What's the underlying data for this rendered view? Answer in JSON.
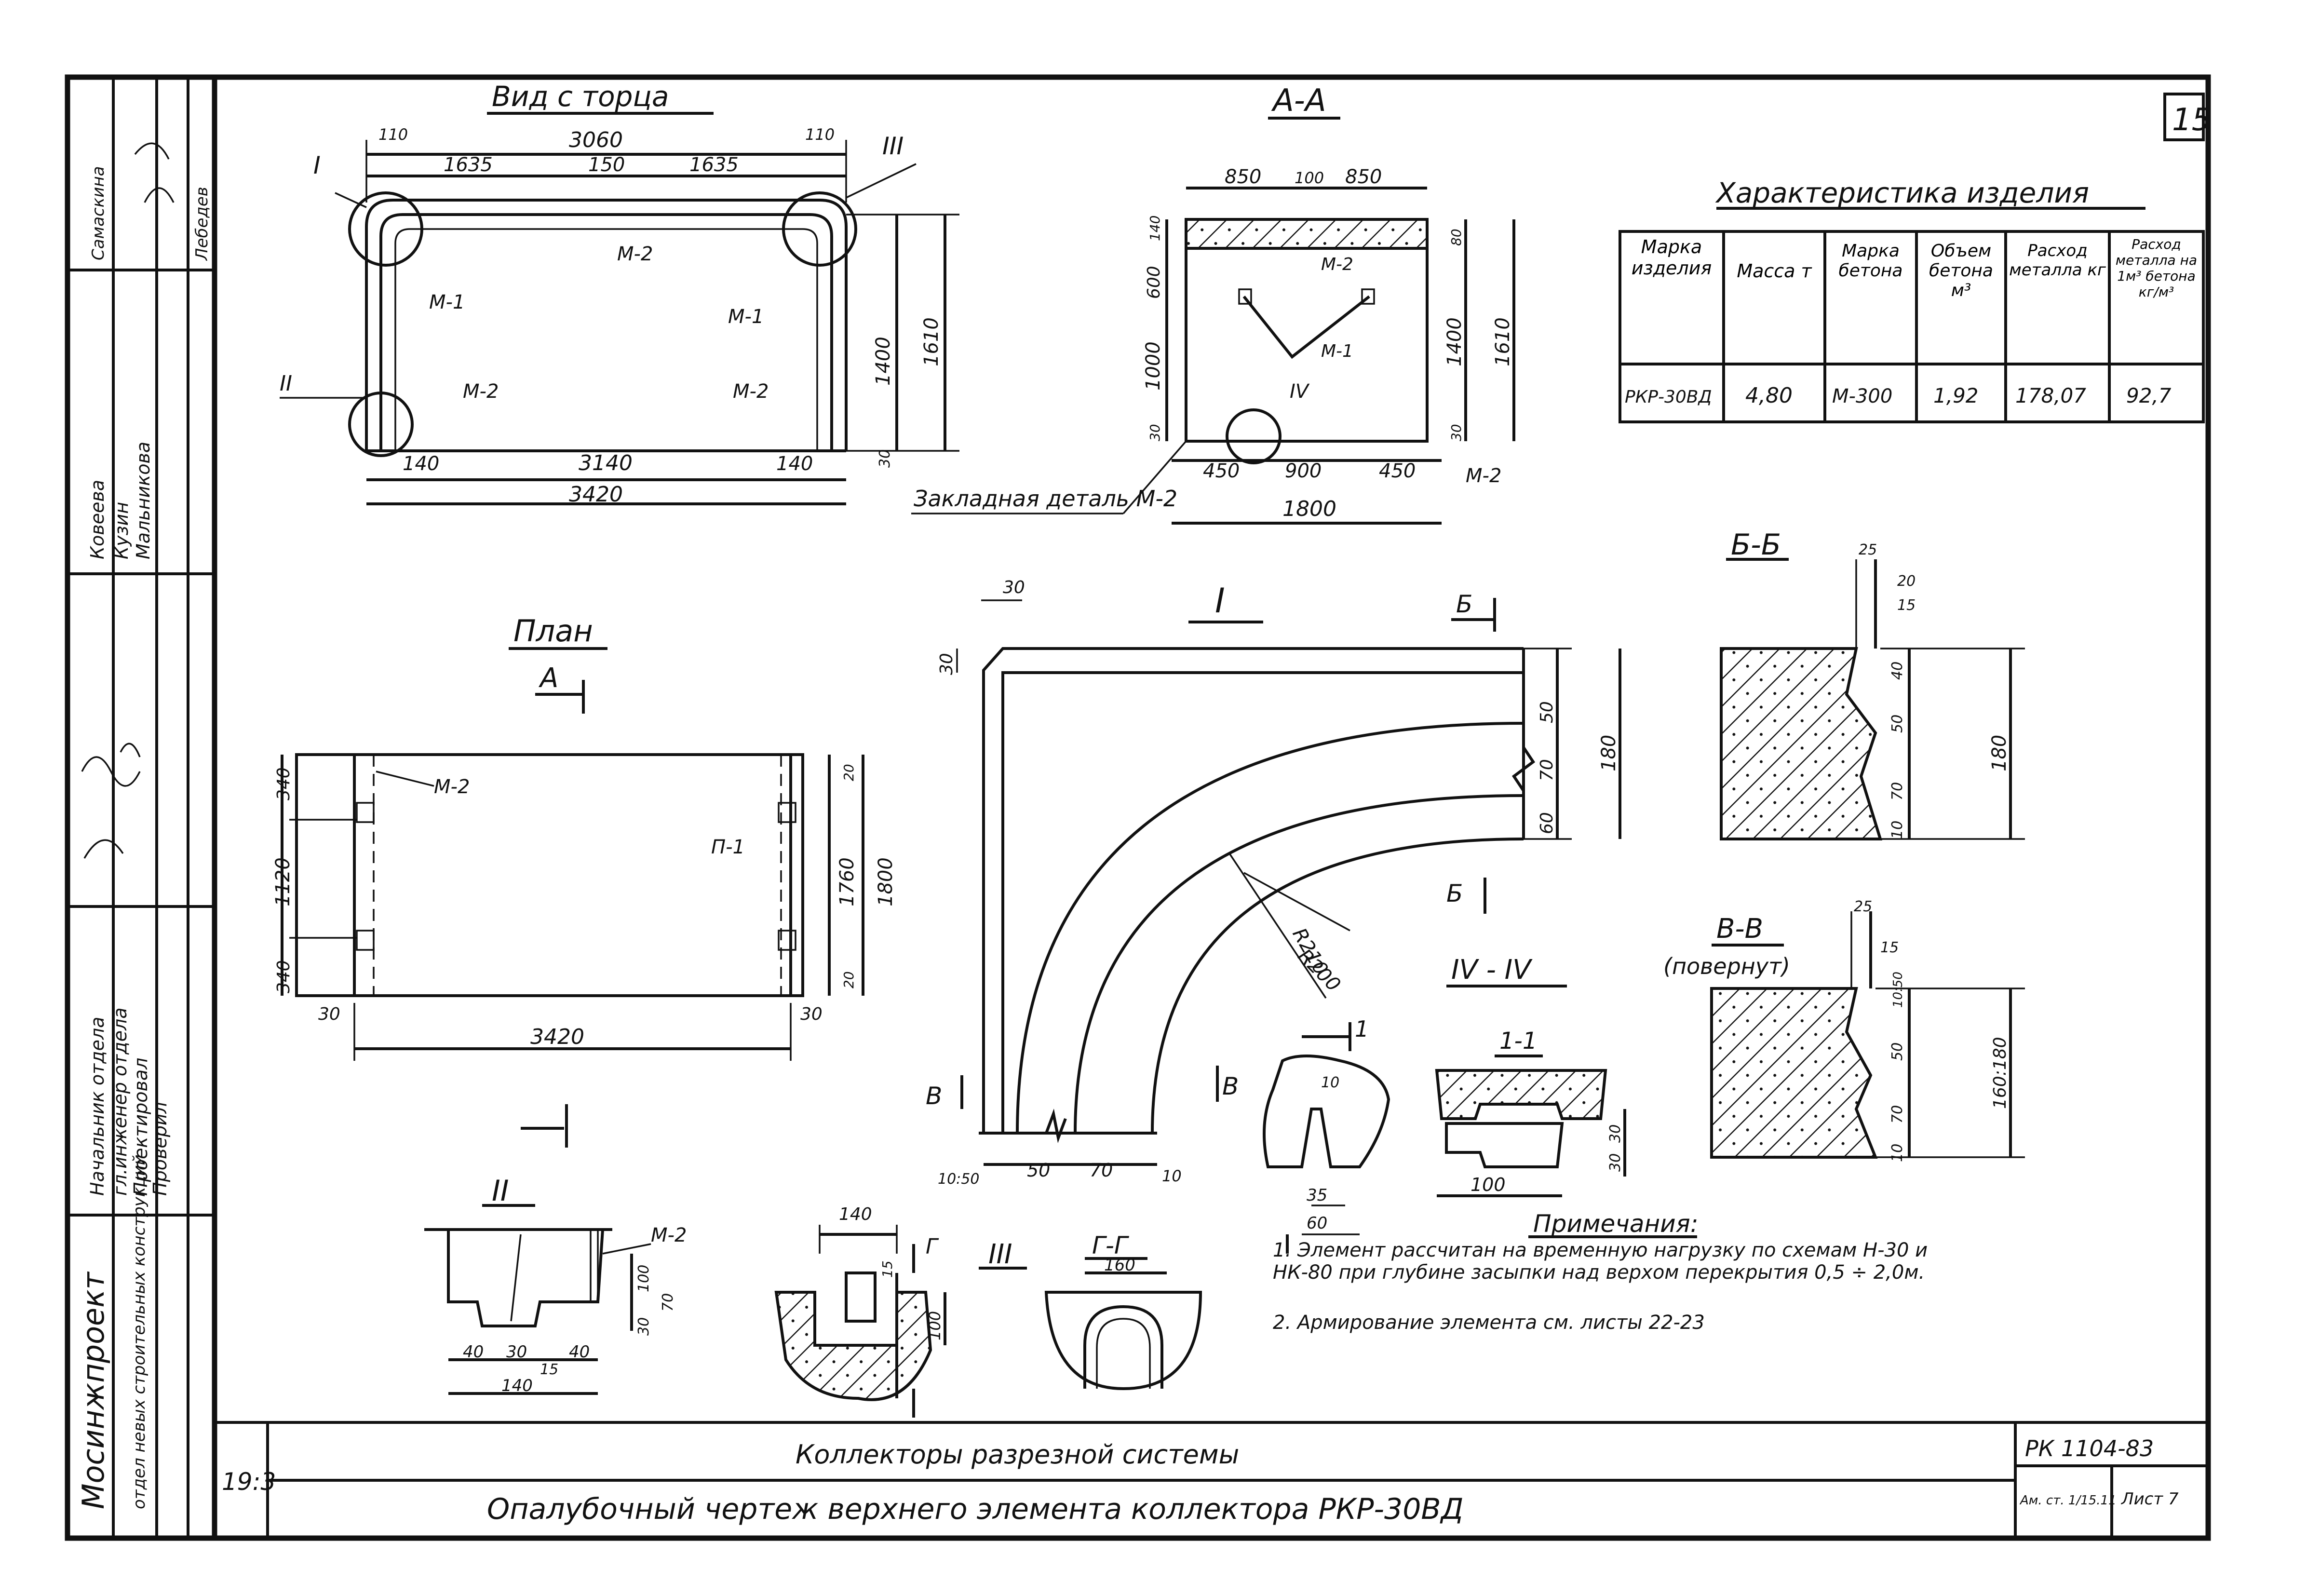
{
  "sheet": {
    "number": "15",
    "scale": "19:3",
    "code": "РК 1104-83",
    "approved_stamp": "Ам. ст. 1/15.11",
    "sheet_label": "Лист 7",
    "title_line1": "Коллекторы разрезной системы",
    "title_line2": "Опалубочный чертеж верхнего элемента коллектора РКР-30ВД"
  },
  "stamp": {
    "org": "Мосинжпроект",
    "dept": "отдел невых строительных конструкций",
    "roles": [
      "Начальник отдела",
      "гл.инженер отдела",
      "Проектировал",
      "Проверил"
    ],
    "names": [
      "Ковеева",
      "Кузин",
      "Мальникова",
      "Самаскина",
      "Лебедев"
    ]
  },
  "views": {
    "end_view": {
      "title": "Вид с торца",
      "dims_top": [
        "110",
        "3060",
        "110",
        "1635",
        "150",
        "1635"
      ],
      "dims_bottom": [
        "140",
        "3140",
        "140",
        "3420"
      ],
      "dims_right": [
        "1610",
        "1400",
        "30"
      ],
      "labels": [
        "I",
        "III",
        "II",
        "М-1",
        "М-2",
        "М-1",
        "М-2",
        "М-2"
      ]
    },
    "section_aa": {
      "title": "А-А",
      "dims_top": [
        "850",
        "100",
        "850"
      ],
      "dims_bottom": [
        "450",
        "900",
        "450",
        "1800"
      ],
      "dims_left": [
        "140",
        "600",
        "1000",
        "30"
      ],
      "dims_right": [
        "80",
        "1400",
        "1610",
        "30"
      ],
      "labels": [
        "М-2",
        "М-1",
        "IV",
        "М-2"
      ],
      "callout": "Закладная деталь М-2"
    },
    "plan": {
      "title": "План",
      "section_mark": "А",
      "dims_left": [
        "340",
        "1120",
        "340"
      ],
      "dims_right": [
        "20",
        "1760",
        "1800",
        "20"
      ],
      "dims_bottom": [
        "30",
        "3420",
        "30"
      ],
      "labels": [
        "М-2",
        "П-1"
      ]
    },
    "detail_1": {
      "title": "I",
      "section_marks": [
        "Б",
        "Б",
        "В",
        "В"
      ],
      "dims": [
        "30",
        "30",
        "50",
        "70",
        "60",
        "180",
        "R210",
        "R200",
        "10:50",
        "50",
        "70",
        "10"
      ]
    },
    "section_bb": {
      "title": "Б-Б",
      "dims": [
        "25",
        "20",
        "15",
        "40",
        "50",
        "70",
        "10",
        "180"
      ]
    },
    "section_vv": {
      "title": "В-В",
      "subtitle": "(повернут)",
      "dims": [
        "25",
        "15",
        "10:50",
        "50",
        "70",
        "10",
        "160:180"
      ]
    },
    "section_iv": {
      "title": "IV - IV",
      "dims": [
        "100",
        "30",
        "30"
      ]
    },
    "detail_1_1": {
      "title": "1-1",
      "section_mark": "1",
      "dims": [
        "10",
        "35",
        "60"
      ]
    },
    "detail_2": {
      "title": "II",
      "label": "М-2",
      "dims": [
        "40",
        "30",
        "15",
        "40",
        "140",
        "100",
        "70",
        "30"
      ]
    },
    "detail_3": {
      "title": "III",
      "dims": [
        "140",
        "15",
        "100"
      ],
      "section_mark": "Г"
    },
    "section_gg": {
      "title": "Г-Г",
      "dims": [
        "160"
      ]
    }
  },
  "characteristics": {
    "title": "Характеристика изделия",
    "headers": [
      "Марка изделия",
      "Масса т",
      "Марка бетона",
      "Объем бетона м³",
      "Расход металла кг",
      "Расход металла на 1м³ бетона кг/м³"
    ],
    "row": [
      "РКР-30ВД",
      "4,80",
      "М-300",
      "1,92",
      "178,07",
      "92,7"
    ]
  },
  "notes": {
    "title": "Примечания:",
    "items": [
      "1. Элемент рассчитан на временную нагрузку по схемам Н-30 и НК-80 при глубине засыпки над верхом перекрытия 0,5 ÷ 2,0м.",
      "2. Армирование элемента см. листы 22-23"
    ]
  }
}
